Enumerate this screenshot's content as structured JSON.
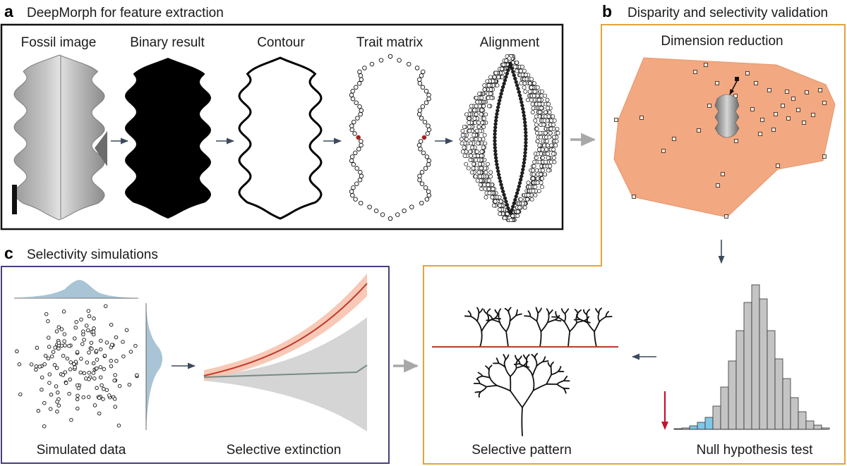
{
  "panels": {
    "a": {
      "letter": "a",
      "title": "DeepMorph for feature extraction",
      "stages": [
        "Fossil image",
        "Binary result",
        "Contour",
        "Trait matrix",
        "Alignment"
      ]
    },
    "b": {
      "letter": "b",
      "title": "Disparity and selectivity validation",
      "dimension_label": "Dimension reduction",
      "pattern_label": "Selective pattern",
      "null_label": "Null hypothesis test"
    },
    "c": {
      "letter": "c",
      "title": "Selectivity simulations",
      "simulated_label": "Simulated data",
      "extinction_label": "Selective extinction"
    }
  },
  "colors": {
    "panel_a_border": "#111111",
    "panel_b_border": "#e3a43a",
    "panel_c_border": "#4a3f7a",
    "hull_fill": "#f2a880",
    "trait_point_red": "#a32020",
    "arrow_gray": "#a8a8a8",
    "arrow_dark": "#3c4a5c",
    "density_blue": "#a9c4d4",
    "hist_gray": "#c4c4c4",
    "hist_blue": "#7fc7e6",
    "line_red": "#c0392b",
    "band_red": "#f6c3ae",
    "band_gray": "#d0d0d0",
    "line_gray": "#7a8a86",
    "threshold_red": "#c8102e"
  }
}
